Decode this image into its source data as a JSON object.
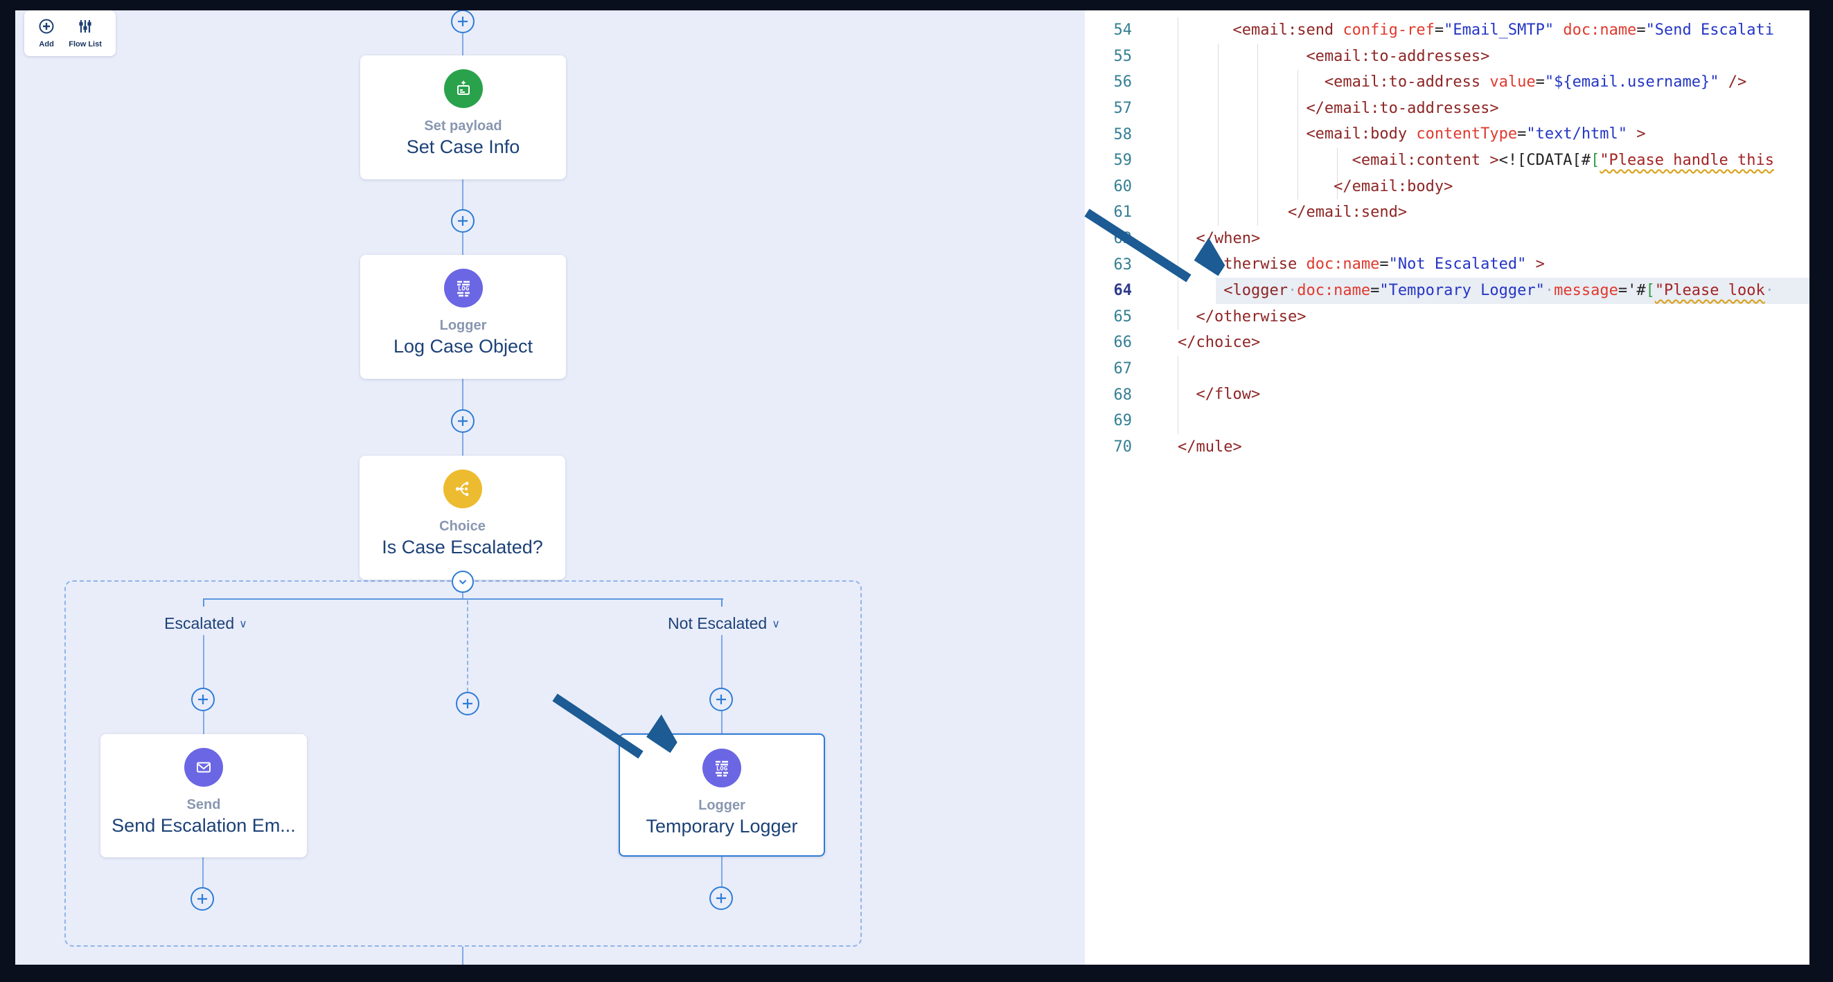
{
  "toolbar": {
    "add": "Add",
    "flow_list": "Flow List"
  },
  "flow": {
    "nodes": [
      {
        "kind": "Set payload",
        "name": "Set Case Info",
        "icon": "set-payload-icon",
        "color": "#2aa24c",
        "selected": false
      },
      {
        "kind": "Logger",
        "name": "Log Case Object",
        "icon": "logger-icon",
        "color": "#6b66e3",
        "selected": false
      },
      {
        "kind": "Choice",
        "name": "Is Case Escalated?",
        "icon": "choice-icon",
        "color": "#edbb2f",
        "selected": false
      },
      {
        "kind": "Send",
        "name": "Send Escalation Em...",
        "icon": "email-icon",
        "color": "#6b66e3",
        "selected": false
      },
      {
        "kind": "Logger",
        "name": "Temporary Logger",
        "icon": "logger-icon",
        "color": "#6b66e3",
        "selected": true
      }
    ],
    "branch_labels": {
      "when": "Escalated",
      "otherwise": "Not Escalated"
    }
  },
  "icons": {
    "chevron_down": "∨",
    "plus": "+"
  },
  "colors": {
    "canvas_bg": "#e9edfa",
    "frame": "#0a0f1e",
    "accent_blue": "#2e7cd6",
    "connector": "#7fa9e6",
    "scope_dash": "#8fb4e8",
    "title_navy": "#1c4176",
    "subtitle_gray": "#8896b0",
    "annotation_arrow": "#1c5b93",
    "syntax_tag": "#8e2525",
    "syntax_attr": "#df3a2e",
    "syntax_value": "#2436c4",
    "syntax_bracket_green": "#2f9e44",
    "syntax_string_error": "#a32424",
    "squiggle": "#d9a21b",
    "line_number": "#337f92",
    "active_line_number": "#2d3a8c",
    "active_line_bg": "#e9edf4"
  },
  "code": {
    "lines": [
      {
        "n": "54",
        "t": [
          [
            "sp",
            "      "
          ],
          [
            "tag",
            "<email:send "
          ],
          [
            "attr",
            "config-ref"
          ],
          [
            "p",
            "="
          ],
          [
            "str",
            "\"Email_SMTP\""
          ],
          [
            "p",
            " "
          ],
          [
            "attr",
            "doc:name"
          ],
          [
            "p",
            "="
          ],
          [
            "str",
            "\"Send Escalati"
          ]
        ]
      },
      {
        "n": "55",
        "t": [
          [
            "sp",
            "              "
          ],
          [
            "tag",
            "<email:to-addresses>"
          ]
        ]
      },
      {
        "n": "56",
        "t": [
          [
            "sp",
            "                "
          ],
          [
            "tag",
            "<email:to-address "
          ],
          [
            "attr",
            "value"
          ],
          [
            "p",
            "="
          ],
          [
            "str",
            "\"${email.username}\""
          ],
          [
            "tag",
            " />"
          ]
        ]
      },
      {
        "n": "57",
        "t": [
          [
            "sp",
            "              "
          ],
          [
            "tag",
            "</email:to-addresses>"
          ]
        ]
      },
      {
        "n": "58",
        "t": [
          [
            "sp",
            "              "
          ],
          [
            "tag",
            "<email:body "
          ],
          [
            "attr",
            "contentType"
          ],
          [
            "p",
            "="
          ],
          [
            "str",
            "\"text/html\""
          ],
          [
            "tag",
            " >"
          ]
        ]
      },
      {
        "n": "59",
        "t": [
          [
            "sp",
            "                   "
          ],
          [
            "tag",
            "<email:content >"
          ],
          [
            "p",
            "<![CDATA["
          ],
          [
            "p",
            "#"
          ],
          [
            "grn",
            "["
          ],
          [
            "cds",
            "\"Please handle this"
          ]
        ]
      },
      {
        "n": "60",
        "t": [
          [
            "sp",
            "                 "
          ],
          [
            "tag",
            "</email:body>"
          ]
        ]
      },
      {
        "n": "61",
        "t": [
          [
            "sp",
            "            "
          ],
          [
            "tag",
            "</email:send>"
          ]
        ]
      },
      {
        "n": "62",
        "t": [
          [
            "sp",
            "  "
          ],
          [
            "tag",
            "</when>"
          ]
        ]
      },
      {
        "n": "63",
        "t": [
          [
            "sp",
            "   "
          ],
          [
            "tag",
            "<otherwise "
          ],
          [
            "attr",
            "doc:name"
          ],
          [
            "p",
            "="
          ],
          [
            "str",
            "\"Not Escalated\""
          ],
          [
            "tag",
            " >"
          ]
        ]
      },
      {
        "n": "64",
        "hl": true,
        "t": [
          [
            "sp",
            "     "
          ],
          [
            "tag",
            "<logger"
          ],
          [
            "ws",
            "·"
          ],
          [
            "attr",
            "doc:name"
          ],
          [
            "p",
            "="
          ],
          [
            "str",
            "\"Temporary Logger\""
          ],
          [
            "ws",
            "·"
          ],
          [
            "attr",
            "message"
          ],
          [
            "p",
            "="
          ],
          [
            "p",
            "'"
          ],
          [
            "p",
            "#"
          ],
          [
            "grn",
            "["
          ],
          [
            "cds",
            "\"Please look"
          ],
          [
            "ws",
            "·"
          ]
        ]
      },
      {
        "n": "65",
        "t": [
          [
            "sp",
            "  "
          ],
          [
            "tag",
            "</otherwise>"
          ]
        ]
      },
      {
        "n": "66",
        "t": [
          [
            "tag",
            "</choice>"
          ]
        ]
      },
      {
        "n": "67",
        "t": []
      },
      {
        "n": "68",
        "t": [
          [
            "sp",
            "  "
          ],
          [
            "tag",
            "</flow>"
          ]
        ]
      },
      {
        "n": "69",
        "t": []
      },
      {
        "n": "70",
        "t": [
          [
            "tag",
            "</mule>"
          ]
        ]
      }
    ]
  }
}
